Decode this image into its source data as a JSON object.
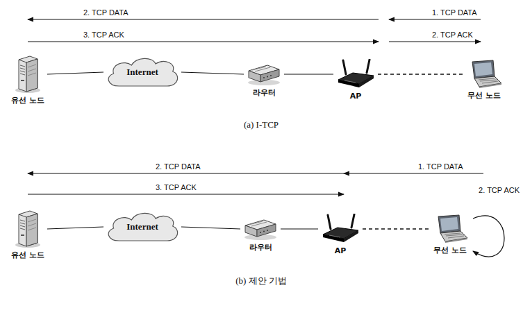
{
  "diagram": {
    "nodes": [
      {
        "text": [
          "유선 노드"
        ]
      },
      {
        "text": [
          "Internet"
        ]
      },
      {
        "text": [
          "라우터"
        ]
      },
      {
        "text": [
          "AP"
        ]
      },
      {
        "text": [
          "무선 노드"
        ]
      },
      {
        "text": [
          "유선 노드"
        ]
      },
      {
        "text": [
          "Internet"
        ]
      },
      {
        "text": [
          "라우터"
        ]
      },
      {
        "text": [
          "AP"
        ]
      },
      {
        "text": [
          "무선 노드"
        ]
      }
    ],
    "edges": [
      {
        "from": 4,
        "to": 3,
        "label": "1. TCP DATA",
        "arrow": "to"
      },
      {
        "from": 3,
        "to": 0,
        "label": "2. TCP DATA",
        "arrow": "to"
      },
      {
        "from": 0,
        "to": 3,
        "label": "3. TCP ACK",
        "arrow": "to"
      },
      {
        "from": 3,
        "to": 4,
        "label": "2. TCP ACK",
        "arrow": "to"
      },
      {
        "from": 0,
        "to": 1,
        "arrow": "none"
      },
      {
        "from": 1,
        "to": 2,
        "arrow": "none"
      },
      {
        "from": 2,
        "to": 3,
        "arrow": "none"
      },
      {
        "from": 3,
        "to": 4,
        "arrow": "none"
      },
      {
        "from": 9,
        "to": 8,
        "label": "1. TCP DATA",
        "arrow": "to"
      },
      {
        "from": 8,
        "to": 5,
        "label": "2. TCP DATA",
        "arrow": "to"
      },
      {
        "from": 5,
        "to": 8,
        "label": "3. TCP ACK",
        "arrow": "to"
      },
      {
        "from": 9,
        "to": 9,
        "label": "2. TCP ACK",
        "arrow": "to"
      },
      {
        "from": 5,
        "to": 6,
        "arrow": "none"
      },
      {
        "from": 6,
        "to": 7,
        "arrow": "none"
      },
      {
        "from": 7,
        "to": 8,
        "arrow": "none"
      },
      {
        "from": 8,
        "to": 9,
        "arrow": "none"
      }
    ],
    "labels": [
      "(a) I-TCP",
      "(b) 제안 기법"
    ]
  }
}
